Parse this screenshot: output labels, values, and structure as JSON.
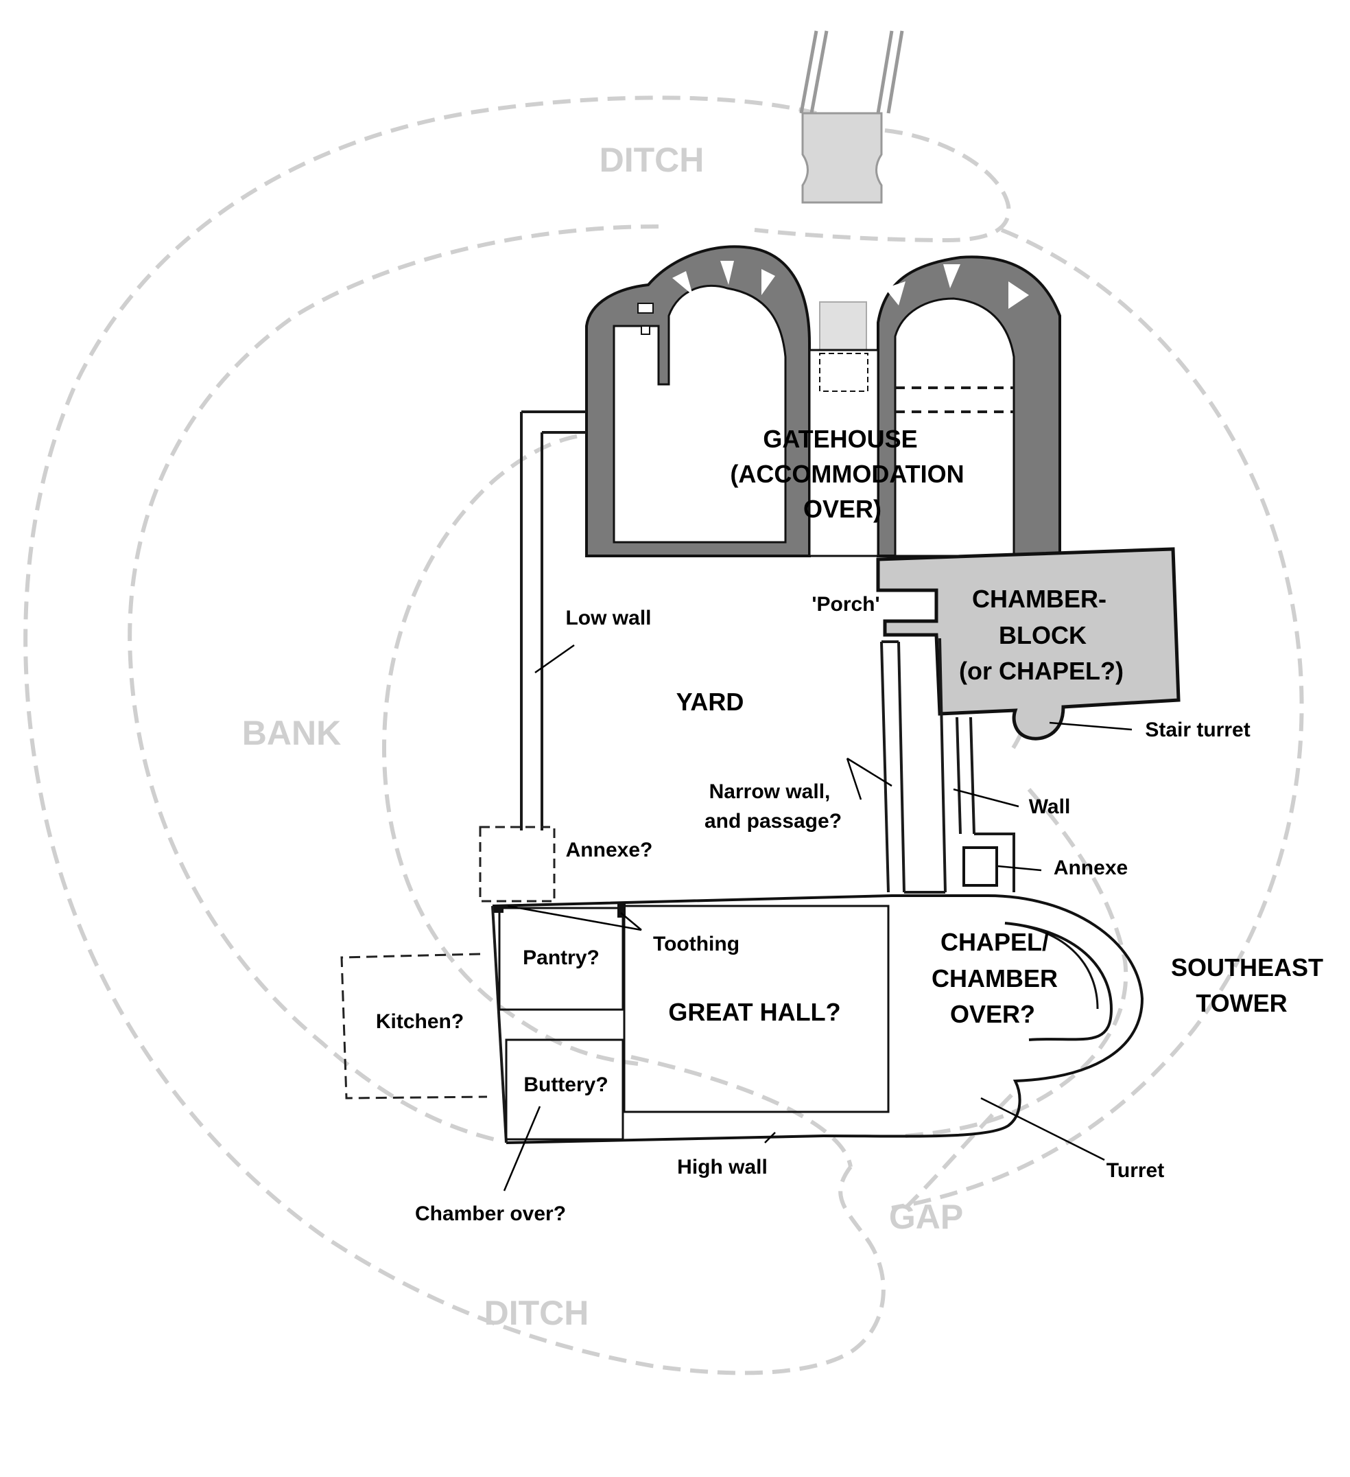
{
  "earthworks": {
    "ditch_north": "DITCH",
    "ditch_south": "DITCH",
    "bank": "BANK",
    "gap": "GAP"
  },
  "rooms": {
    "gatehouse": [
      "GATEHOUSE",
      "(ACCOMMODATION",
      "OVER)"
    ],
    "chamber_block": [
      "CHAMBER-",
      "BLOCK",
      "(or CHAPEL?)"
    ],
    "yard": "YARD",
    "great_hall": "GREAT HALL?",
    "chapel": [
      "CHAPEL/",
      "CHAMBER",
      "OVER?"
    ],
    "southeast_tower": [
      "SOUTHEAST",
      "TOWER"
    ],
    "pantry": "Pantry?",
    "buttery": "Buttery?",
    "kitchen": "Kitchen?"
  },
  "annotations": {
    "porch": "'Porch'",
    "low_wall": "Low wall",
    "stair_turret": "Stair turret",
    "narrow_wall": [
      "Narrow wall,",
      "and passage?"
    ],
    "wall": "Wall",
    "annexe_west": "Annexe?",
    "annexe_east": "Annexe",
    "toothing": "Toothing",
    "high_wall": "High wall",
    "turret": "Turret",
    "chamber_over": "Chamber over?"
  }
}
